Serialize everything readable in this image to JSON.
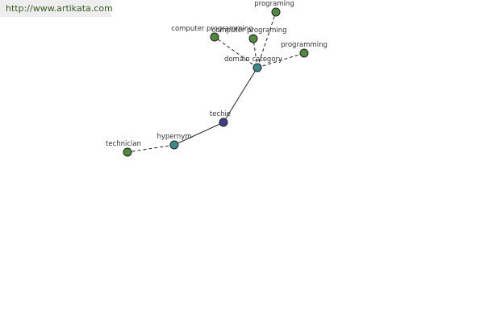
{
  "header": {
    "url": "http://www.artikata.com"
  },
  "colors": {
    "center": "#3b3f8a",
    "relation": "#3d8a8a",
    "word": "#4f8a3f",
    "edge": "#222222"
  },
  "graph": {
    "center": {
      "label": "techie"
    },
    "relations": [
      {
        "label": "domain category"
      },
      {
        "label": "hypernym"
      }
    ],
    "words": [
      {
        "label": "programing"
      },
      {
        "label": "computer programming"
      },
      {
        "label": "computer programing"
      },
      {
        "label": "programming"
      },
      {
        "label": "technician"
      }
    ]
  }
}
